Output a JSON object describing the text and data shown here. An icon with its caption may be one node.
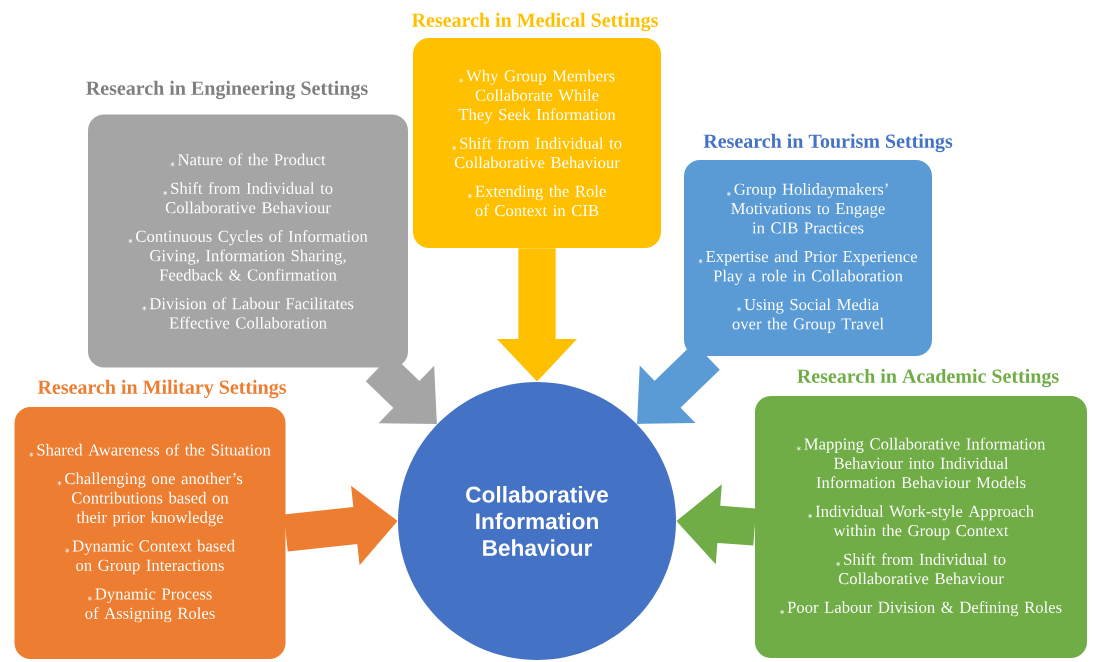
{
  "diagram": {
    "nodes": [
      {
        "text": [
          "Research in Medical Settings",
          "Why Group Members Collaborate While They Seek Information",
          "Shift from Individual to Collaborative Behaviour",
          "Extending the Role of Context in CIB"
        ]
      },
      {
        "text": [
          "Research in Engineering Settings",
          "Nature of the Product",
          "Shift from Individual to Collaborative Behaviour",
          "Continuous Cycles of Information Giving, Information Sharing, Feedback & Confirmation",
          "Division of Labour Facilitates Effective Collaboration"
        ]
      },
      {
        "text": [
          "Research in Tourism Settings",
          "Group Holidaymakers’ Motivations to Engage in CIB Practices",
          "Expertise and Prior Experience Play a role in Collaboration",
          "Using Social Media over the Group Travel"
        ]
      },
      {
        "text": [
          "Research in Military Settings",
          "Shared Awareness of the Situation",
          "Challenging one another’s Contributions based on their prior knowledge",
          "Dynamic Context based on Group Interactions",
          "Dynamic Process of Assigning Roles"
        ]
      },
      {
        "text": [
          "Collaborative Information Behaviour"
        ]
      },
      {
        "text": [
          "Research in Academic Settings",
          "Mapping Collaborative Information Behaviour into Individual Information Behaviour Models",
          "Individual Work-style Approach within the Group Context",
          "Shift from Individual to Collaborative Behaviour",
          "Poor Labour Division & Defining Roles"
        ]
      }
    ],
    "edges": [
      {
        "from": 1,
        "to": 4,
        "arrow": "to",
        "color": "#a5a5a5"
      },
      {
        "from": 0,
        "to": 4,
        "arrow": "to",
        "color": "#ffc000"
      },
      {
        "from": 2,
        "to": 4,
        "arrow": "to",
        "color": "#5b9bd5"
      },
      {
        "from": 3,
        "to": 4,
        "arrow": "to",
        "color": "#ed7d31"
      },
      {
        "from": 5,
        "to": 4,
        "arrow": "to",
        "color": "#70ad47"
      }
    ]
  }
}
